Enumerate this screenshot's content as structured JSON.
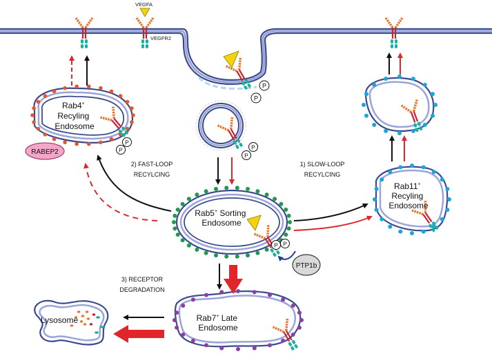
{
  "labels": {
    "vegfa": "VEGFA",
    "vegfr2": "VEGFR2",
    "rab4_line1": "Rab4",
    "rab4_sup": "+",
    "rab4_line2": "Recyling",
    "rab4_line3": "Endosome",
    "rabep2": "RABEP2",
    "fast_loop_line1": "2) FAST-LOOP",
    "fast_loop_line2": "RECYLCING",
    "slow_loop_line1": "1) SLOW-LOOP",
    "slow_loop_line2": "RECYLCING",
    "rab5_line1": "Rab5",
    "rab5_sup": "+",
    "rab5_rest": " Sorting",
    "rab5_line2": "Endosome",
    "rab11_line1": "Rab11",
    "rab11_sup": "+",
    "rab11_line2": "Recyling",
    "rab11_line3": "Endosome",
    "ptp1b": "PTP1b",
    "degradation_line1": "3) RECEPTOR",
    "degradation_line2": "DEGRADATION",
    "rab7_line1": "Rab7",
    "rab7_sup": "+",
    "rab7_rest": " Late",
    "rab7_line2": "Endosome",
    "lysosome": "Lysosome",
    "phospho": "P"
  },
  "colors": {
    "membrane_outer": "#3a4a8c",
    "membrane_inner": "#9aa4d8",
    "receptor_orange": "#e8742a",
    "receptor_red": "#c8202c",
    "receptor_teal": "#18b0a0",
    "ligand_yellow": "#f5d20a",
    "rab4_dots": "#e2582b",
    "rab5_dots": "#1e9a4a",
    "rab11_dots": "#1aa6dc",
    "rab7_dots": "#8a3ea8",
    "arrow_red": "#e0262a",
    "arrow_black": "#111111",
    "arrow_blue": "#1c3f9a",
    "rabep2_fill": "#f4a6c8",
    "ptp1b_fill": "#d9d9d9"
  }
}
